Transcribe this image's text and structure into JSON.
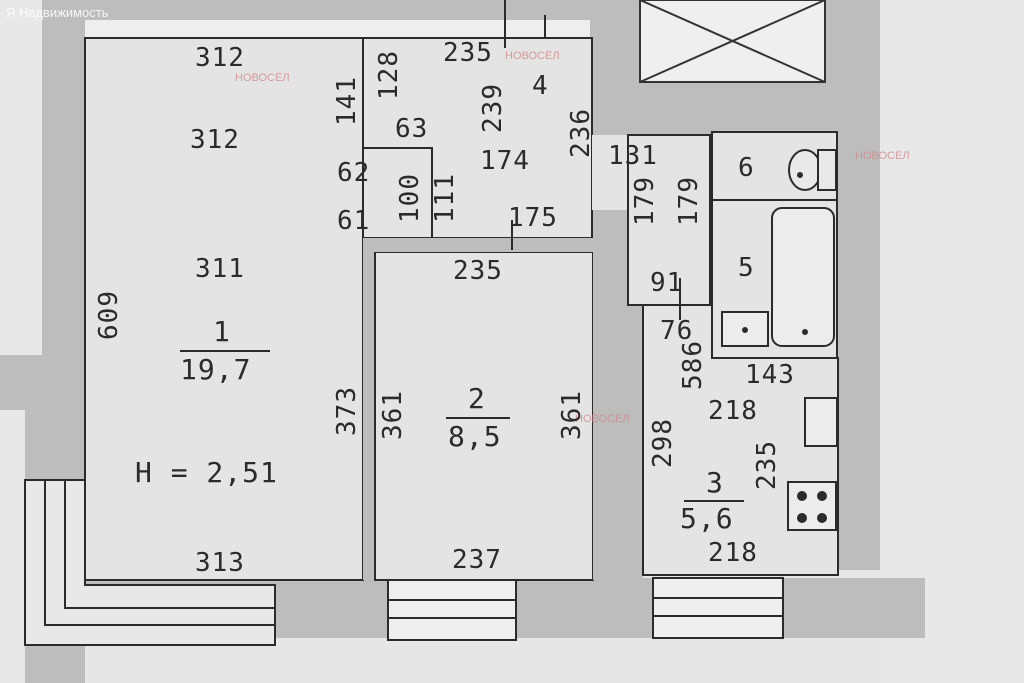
{
  "brand": "Я Недвижимость",
  "watermark": "НОВОСЁЛ",
  "rooms": [
    {
      "number": "1",
      "area": "19,7"
    },
    {
      "number": "2",
      "area": "8,5"
    },
    {
      "number": "3",
      "area": "5,6"
    },
    {
      "number": "4"
    },
    {
      "number": "5"
    },
    {
      "number": "6"
    }
  ],
  "height": "Н = 2,51",
  "dimensions": {
    "r1_top1": "312",
    "r1_top2": "312",
    "r1_mid": "311",
    "r1_bottom": "313",
    "r1_left": "609",
    "r1_right": "373",
    "h_141": "141",
    "h_128": "128",
    "h_63": "63",
    "h_62": "62",
    "h_61": "61",
    "h_100": "100",
    "h_111": "111",
    "h_235_top": "235",
    "h_239": "239",
    "h_174": "174",
    "h_236": "236",
    "h_175": "175",
    "r2_top": "235",
    "r2_left": "361",
    "r2_right": "361",
    "r2_bottom": "237",
    "c_131": "131",
    "c_179a": "179",
    "c_179b": "179",
    "c_91": "91",
    "c_76": "76",
    "c_586": "586",
    "b_143": "143",
    "k_218_top": "218",
    "k_298": "298",
    "k_235": "235",
    "k_218_bottom": "218"
  }
}
